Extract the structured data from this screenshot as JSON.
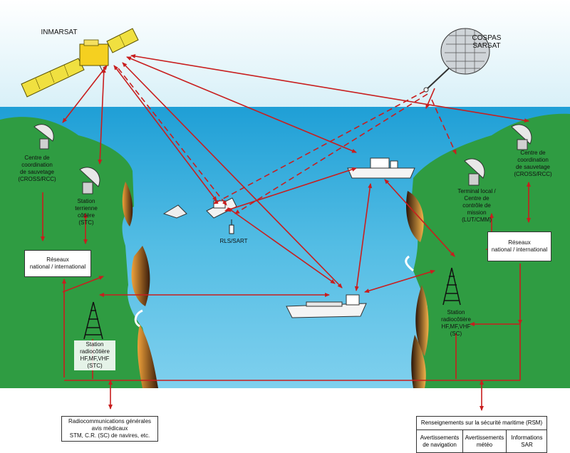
{
  "satellites": {
    "inmarsat": "INMARSAT",
    "cospas": "COSPAS\nSARSAT"
  },
  "left": {
    "rcc": "Centre de\ncoordination\nde sauvetage\n(CROSS/RCC)",
    "stc_earth": "Station\nterrienne\ncôtière\n(STC)",
    "networks": "Réseaux\nnational / international",
    "radio_station": "Station\nradiocôtière\nHF,MF,VHF\n(STC)"
  },
  "right": {
    "rcc": "Centre de\ncoordination\nde sauvetage\n(CROSS/RCC)",
    "lut": "Terminal local /\nCentre de\ncontrôle de\nmission\n(LUT/CMM)",
    "networks": "Réseaux\nnational / international",
    "radio_station": "Station\nradiocôtière\nHF,MF,VHF\n(SC)"
  },
  "sea": {
    "epirb": "RLS/SART"
  },
  "bottom_left": {
    "text": "Radiocommunications générales\navis médicaux\nSTM, C.R. (SC) de navires, etc."
  },
  "msi": {
    "title": "Renseignements sur la sécurité maritime (RSM)",
    "col1": "Avertissements\nde navigation",
    "col2": "Avertissements\nmétéo",
    "col3": "Informations\nSAR"
  },
  "colors": {
    "sky": "#e7f6fb",
    "sea": "#2ea6d6",
    "land": "#2f9c42",
    "link": "#c81e1e"
  }
}
